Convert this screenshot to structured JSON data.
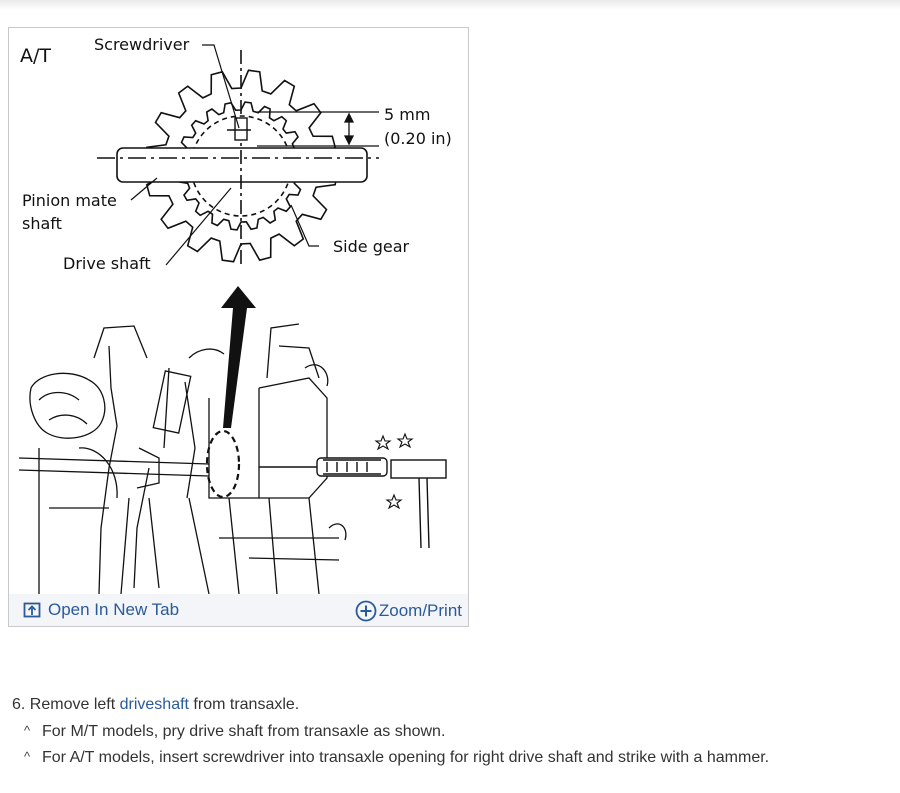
{
  "figure": {
    "mode_label": "A/T",
    "labels": {
      "screwdriver": "Screwdriver",
      "dimension_mm": "5 mm",
      "dimension_in": "(0.20 in)",
      "pinion_mate_line1": "Pinion mate",
      "pinion_mate_line2": "shaft",
      "drive_shaft": "Drive shaft",
      "side_gear": "Side gear"
    },
    "footer": {
      "open_new_tab": "Open In New Tab",
      "zoom_print": "Zoom/Print"
    }
  },
  "instructions": {
    "step_prefix": "6. Remove left ",
    "step_link": "driveshaft",
    "step_suffix": " from transaxle.",
    "sub_items": [
      "For M/T models, pry drive shaft from transaxle as shown.",
      "For A/T models, insert screwdriver into transaxle opening for right drive shaft and strike with a hammer."
    ],
    "caret_glyph": "^"
  },
  "colors": {
    "link": "#2a5a9a",
    "text": "#333333",
    "footer_bg": "#f3f5f8",
    "card_border": "#c9c9c9"
  }
}
